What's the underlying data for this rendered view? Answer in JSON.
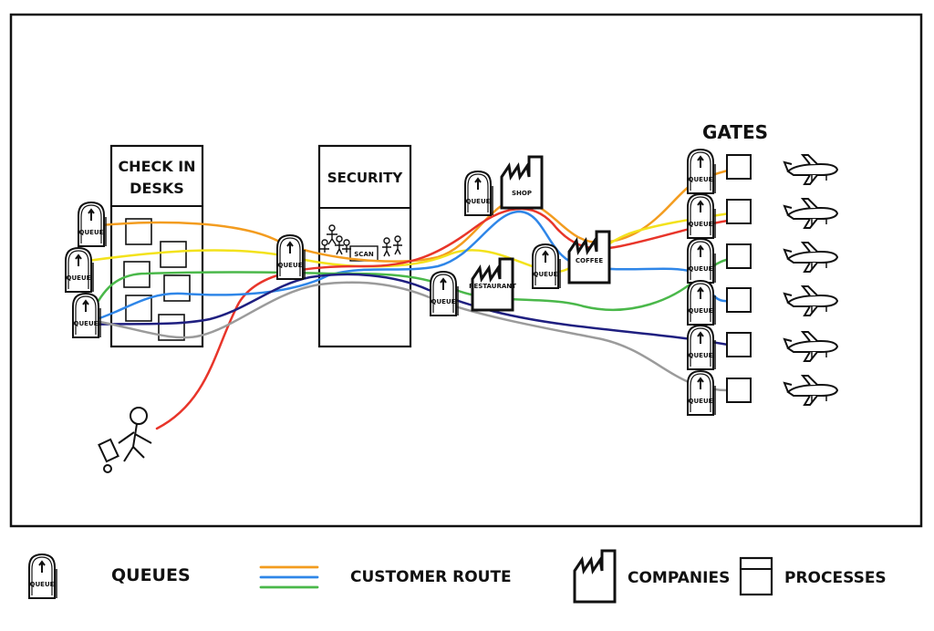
{
  "diagram": {
    "blocks": {
      "check_in": "CHECK IN\nDESKS",
      "security": "SECURITY",
      "gates": "GATES"
    },
    "scan_label": "SCAN",
    "queue_label": "QUEUE",
    "companies": {
      "shop": "SHOP",
      "restaurant": "RESTAURANT",
      "coffee": "COFFEE"
    },
    "route_colors": [
      "#f39c1f",
      "#f3e21c",
      "#e8352a",
      "#2f86e8",
      "#4ab84a",
      "#1f1f80",
      "#9b9b9b"
    ]
  },
  "legend": {
    "queues": "QUEUES",
    "customer_route": "CUSTOMER ROUTE",
    "companies": "COMPANIES",
    "processes": "PROCESSES"
  }
}
